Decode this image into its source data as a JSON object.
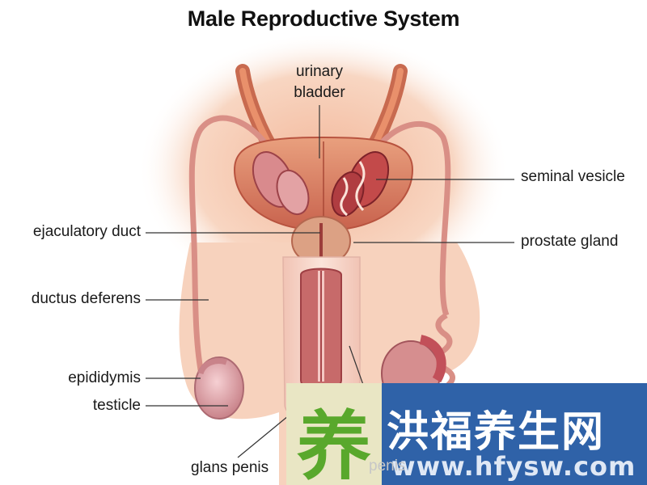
{
  "title": "Male Reproductive System",
  "labels": {
    "urinary_bladder": "urinary\nbladder",
    "seminal_vesicle": "seminal vesicle",
    "prostate_gland": "prostate gland",
    "ejaculatory_duct": "ejaculatory duct",
    "ductus_deferens": "ductus deferens",
    "epididymis": "epididymis",
    "testicle": "testicle",
    "glans_penis": "glans penis",
    "penis_partial": "penis"
  },
  "watermark": {
    "badge_char": "养",
    "name": "洪福养生网",
    "url": "www.hfysw.com"
  },
  "colors": {
    "skin": "#f6cdb0",
    "tissue": "#c85a5a",
    "tissue_dark": "#8e2f36",
    "tube": "#e07a5a",
    "watermark_bg": "#2f62a8",
    "watermark_badge": "#59a82c"
  }
}
